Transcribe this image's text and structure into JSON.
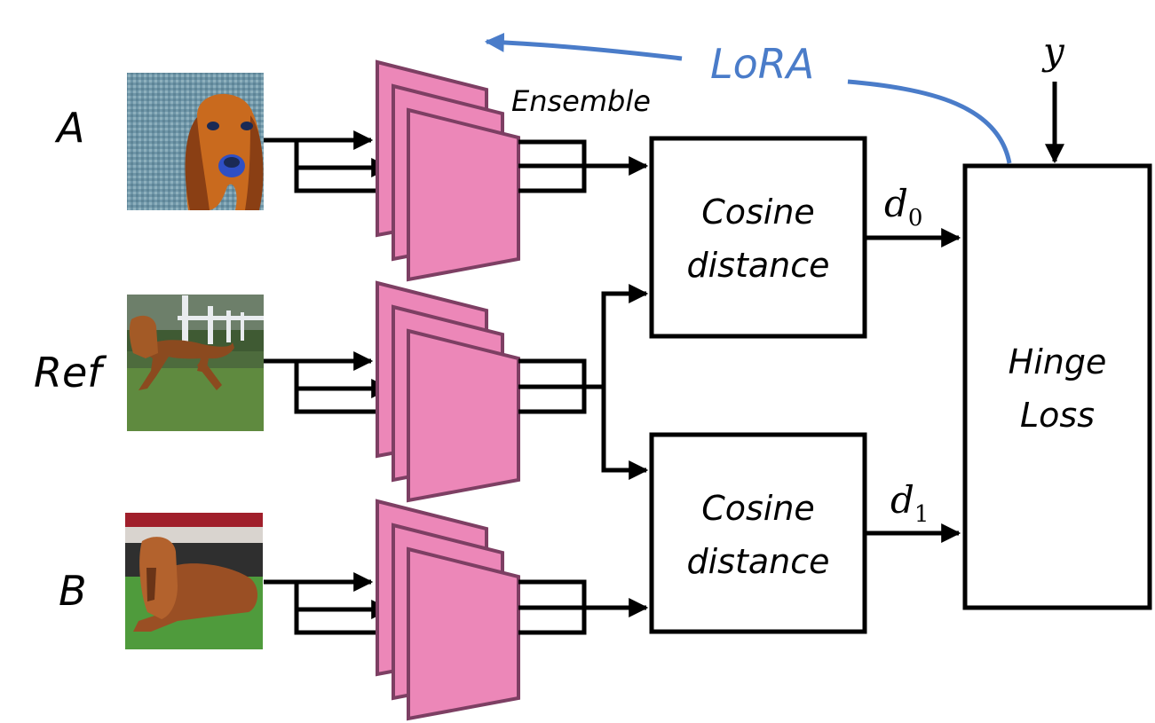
{
  "inputs": {
    "a_label": "A",
    "ref_label": "Ref",
    "b_label": "B"
  },
  "images": {
    "a": "cartoon-bloodhound-illustration",
    "ref": "bloodhound-running-on-grass-photo",
    "b": "bloodhound-lying-on-grass-photo"
  },
  "ensemble_label": "Ensemble",
  "lora_label": "LoRA",
  "distance_boxes": {
    "top_line1": "Cosine",
    "top_line2": "distance",
    "bottom_line1": "Cosine",
    "bottom_line2": "distance"
  },
  "outputs": {
    "d0_base": "d",
    "d0_sub": "0",
    "d1_base": "d",
    "d1_sub": "1"
  },
  "loss": {
    "line1": "Hinge",
    "line2": "Loss",
    "target_label": "y"
  },
  "colors": {
    "encoder_fill": "#ec87b8",
    "encoder_stroke": "#7d3f63",
    "lora_arrow": "#4a7cc9",
    "lora_text": "#4a7cc9"
  }
}
